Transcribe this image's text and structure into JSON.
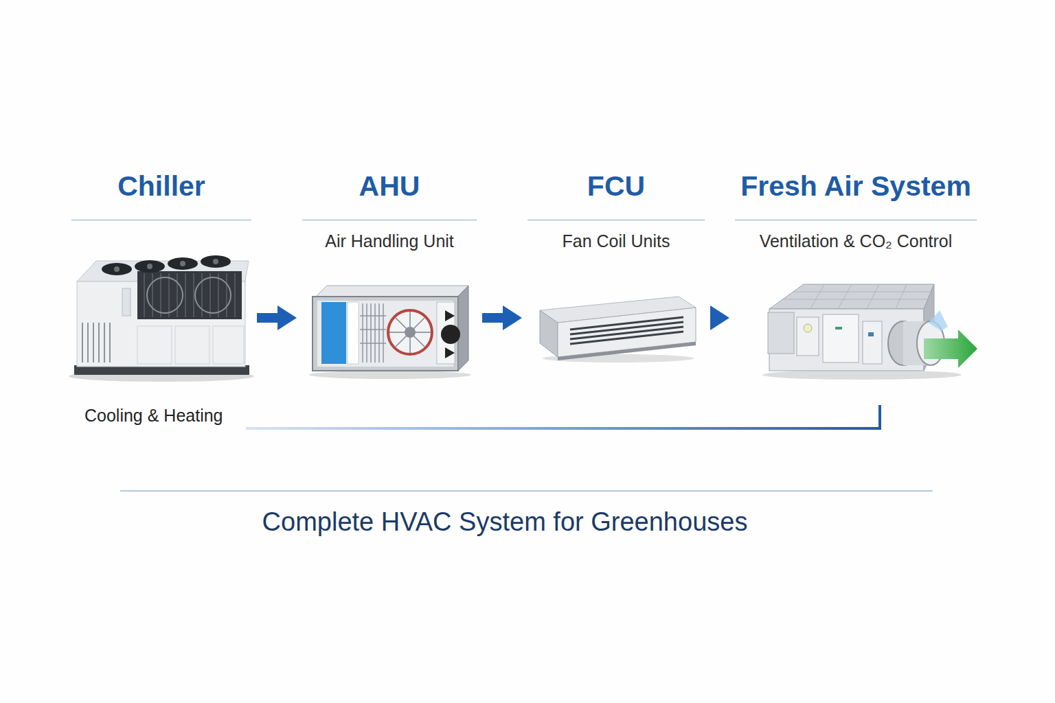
{
  "diagram": {
    "title": "Complete HVAC System for Greenhouses",
    "nodes": [
      {
        "text": [
          "Chiller"
        ]
      },
      {
        "text": [
          "AHU",
          "Air Handling Unit"
        ]
      },
      {
        "text": [
          "FCU",
          "Fan Coil Units"
        ]
      },
      {
        "text": [
          "Fresh Air System",
          "Ventilation & CO₂ Control"
        ]
      }
    ],
    "edges": [
      {
        "from": 0,
        "to": 1,
        "arrow": "to"
      },
      {
        "from": 1,
        "to": 2,
        "arrow": "to"
      },
      {
        "from": 2,
        "to": 3,
        "arrow": "to"
      }
    ],
    "labels": [
      "Cooling & Heating"
    ]
  }
}
